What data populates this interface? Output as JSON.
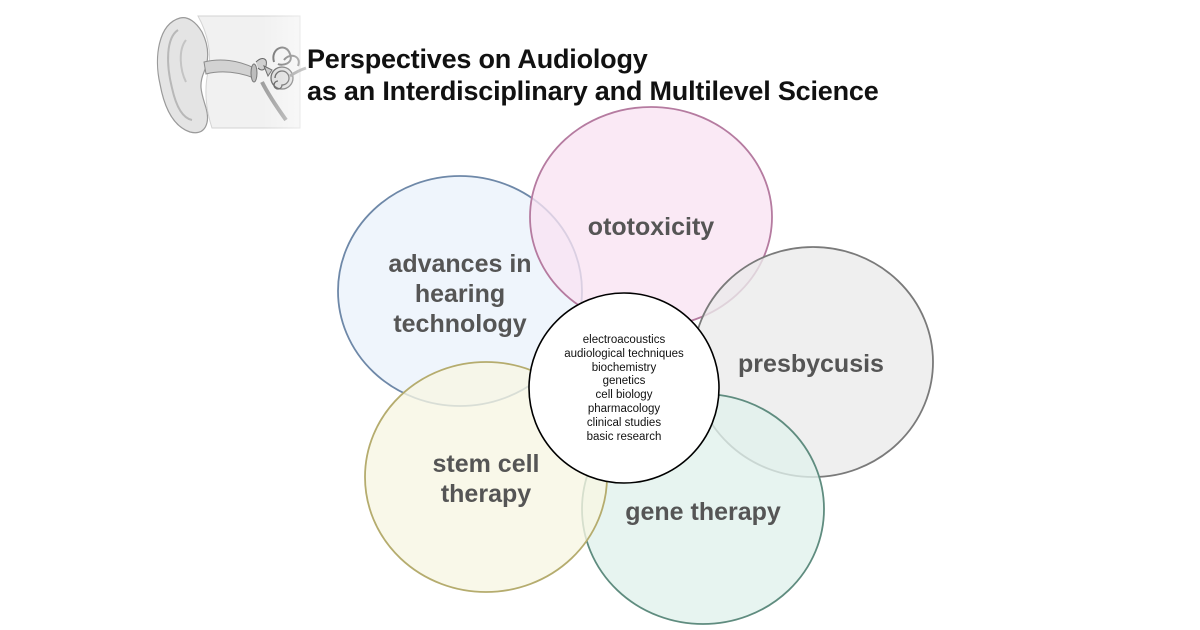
{
  "title": {
    "line1": "Perspectives on Audiology",
    "line2": "as an Interdisciplinary and Multilevel Science"
  },
  "topics": [
    {
      "id": "advances",
      "lines": [
        "advances in",
        "hearing",
        "technology"
      ],
      "fill": "#eaf2fb",
      "stroke": "#6e88a8"
    },
    {
      "id": "ototoxicity",
      "lines": [
        "ototoxicity"
      ],
      "fill": "#f8e3f2",
      "stroke": "#b57ba0"
    },
    {
      "id": "presbycusis",
      "lines": [
        "presbycusis"
      ],
      "fill": "#ebebeb",
      "stroke": "#7a7a7a"
    },
    {
      "id": "gene-therapy",
      "lines": [
        "gene therapy"
      ],
      "fill": "#e0f1ec",
      "stroke": "#5f8c7f"
    },
    {
      "id": "stem-cell",
      "lines": [
        "stem cell",
        "therapy"
      ],
      "fill": "#f7f6e3",
      "stroke": "#b5ac6e"
    }
  ],
  "center_disciplines": [
    "electroacoustics",
    "audiological techniques",
    "biochemistry",
    "genetics",
    "cell biology",
    "pharmacology",
    "clinical studies",
    "basic research"
  ]
}
